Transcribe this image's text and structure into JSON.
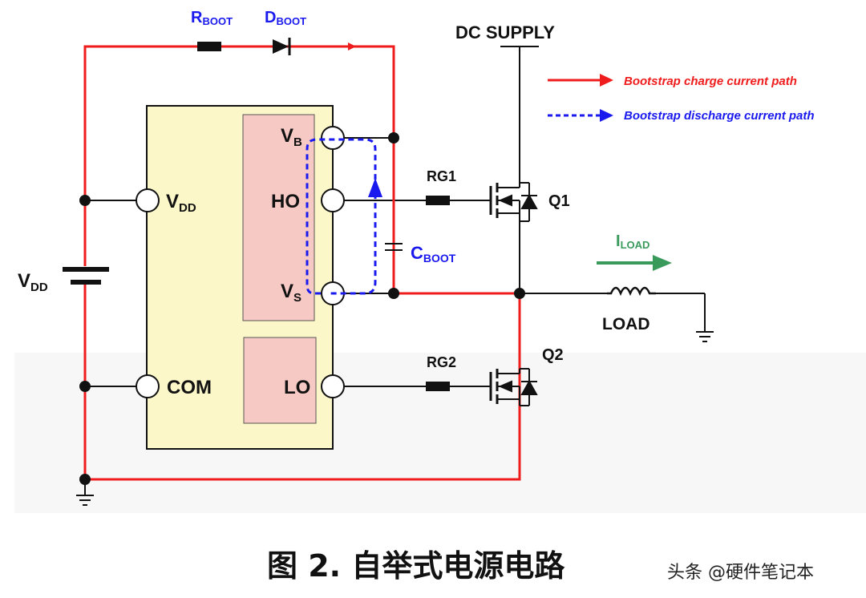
{
  "colors": {
    "charge_path": "#ee1c1c",
    "discharge_path": "#1a1aee",
    "load_current": "#3a9a5c",
    "chip_body": "#fbf7c8",
    "driver_block": "#f6c9c4",
    "wire": "#111111"
  },
  "labels": {
    "r_boot": {
      "main": "R",
      "sub": "BOOT"
    },
    "d_boot": {
      "main": "D",
      "sub": "BOOT"
    },
    "dc_supply": "DC SUPPLY",
    "vdd_source": {
      "main": "V",
      "sub": "DD"
    },
    "rg1": "RG1",
    "rg2": "RG2",
    "q1": "Q1",
    "q2": "Q2",
    "c_boot": {
      "main": "C",
      "sub": "BOOT"
    },
    "i_load": {
      "main": "I",
      "sub": "LOAD"
    },
    "load": "LOAD"
  },
  "chip_pins": {
    "vdd": {
      "main": "V",
      "sub": "DD"
    },
    "com": "COM",
    "vb": {
      "main": "V",
      "sub": "B"
    },
    "ho": "HO",
    "vs": {
      "main": "V",
      "sub": "S"
    },
    "lo": "LO"
  },
  "legend": {
    "charge": "Bootstrap charge current path",
    "discharge": "Bootstrap discharge current path"
  },
  "caption": "图 2. 自举式电源电路",
  "watermark": "头条 @硬件笔记本"
}
